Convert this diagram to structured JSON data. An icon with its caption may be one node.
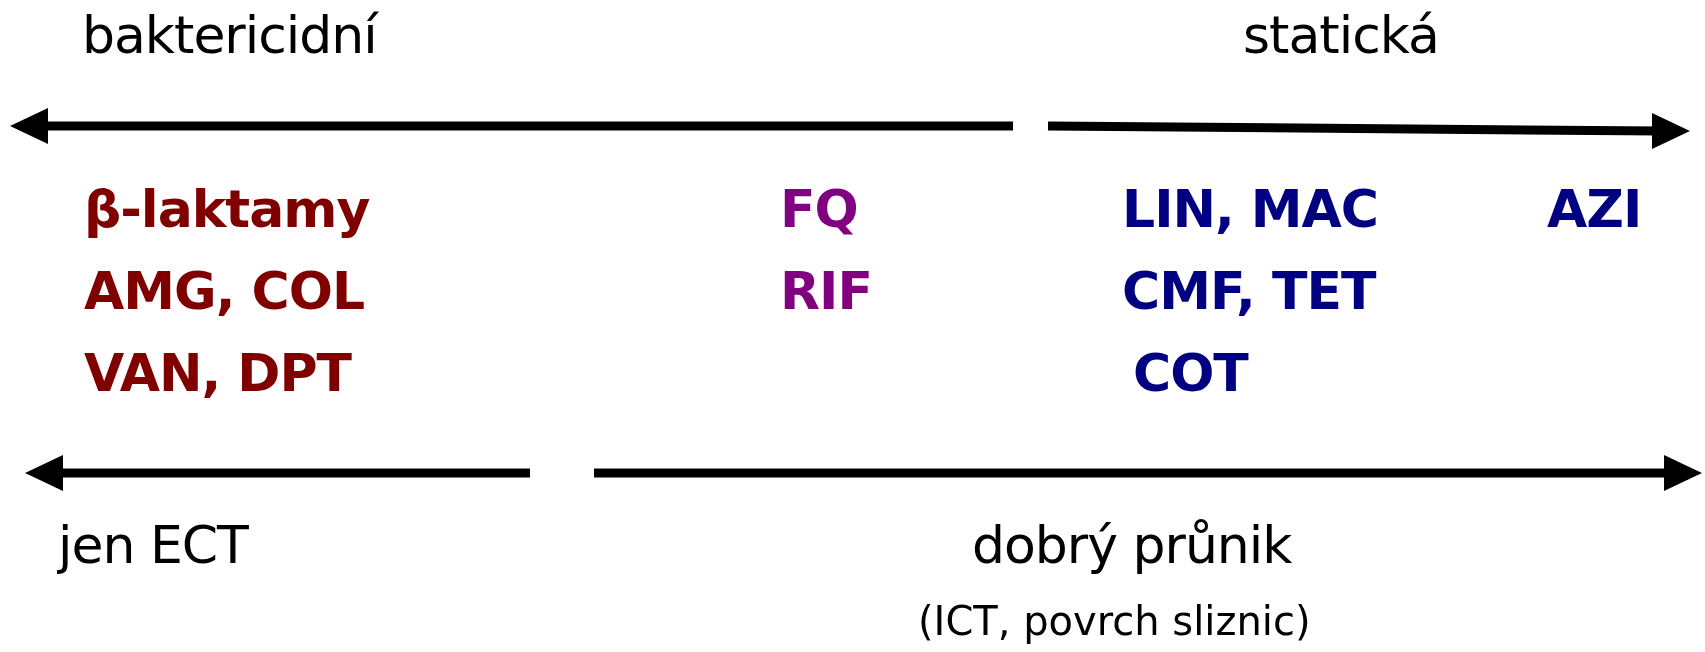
{
  "diagram": {
    "labels": [
      "baktericidní",
      "statická",
      "β-laktamy",
      "FQ",
      "LIN, MAC",
      "AZI",
      "AMG, COL",
      "RIF",
      "CMF, TET",
      "VAN, DPT",
      "COT",
      "jen ECT",
      "dobrý průnik",
      "(ICT, povrch sliznic)"
    ]
  }
}
